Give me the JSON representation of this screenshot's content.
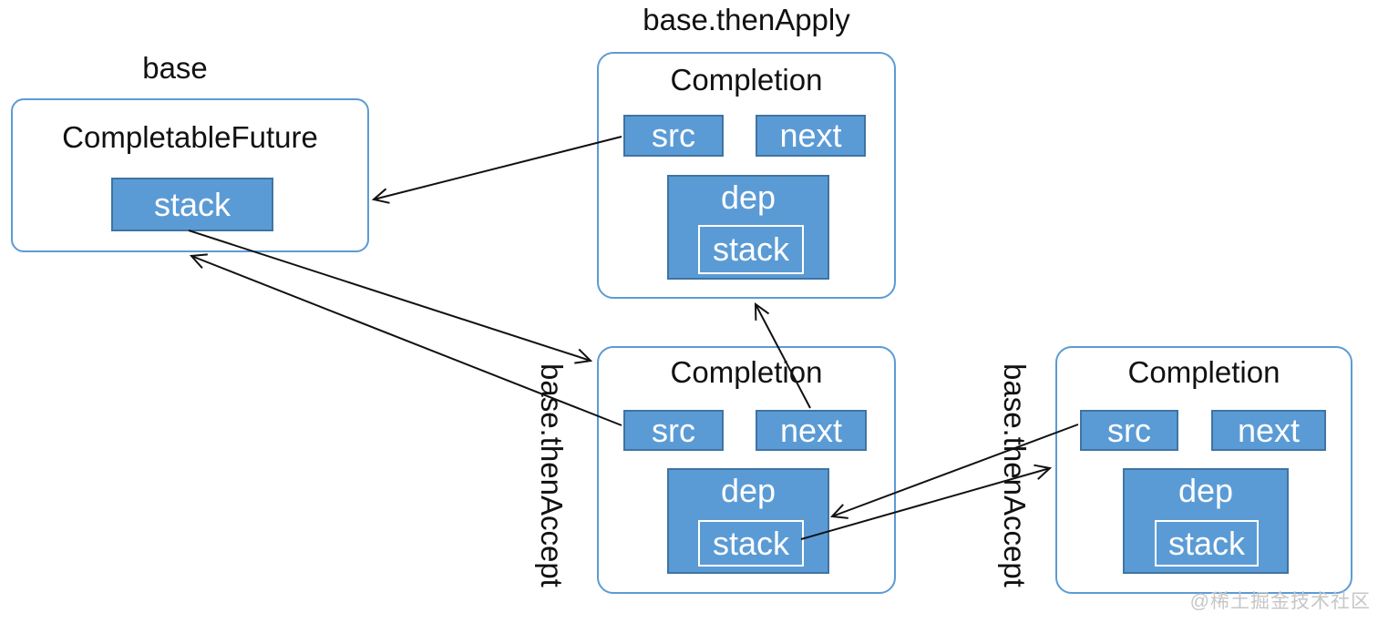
{
  "watermark": "@稀土掘金技术社区",
  "colors": {
    "field_fill": "#5b9bd5",
    "field_border": "#3f74a3",
    "node_outline": "#5b9bd5",
    "arrow": "#111111",
    "title_text": "#111111",
    "field_text": "#ffffff",
    "watermark_text": "#c6c6c6"
  },
  "nodes": {
    "base": {
      "title": "base",
      "class_name": "CompletableFuture",
      "fields": {
        "stack": "stack"
      }
    },
    "then_apply": {
      "title": "base.thenApply",
      "class_name": "Completion",
      "fields": {
        "src": "src",
        "next": "next",
        "dep": "dep",
        "dep_stack": "stack"
      }
    },
    "then_accept_1": {
      "title": "base.thenAccept",
      "class_name": "Completion",
      "fields": {
        "src": "src",
        "next": "next",
        "dep": "dep",
        "dep_stack": "stack"
      }
    },
    "then_accept_2": {
      "title": "base.thenAccept",
      "class_name": "Completion",
      "fields": {
        "src": "src",
        "next": "next",
        "dep": "dep",
        "dep_stack": "stack"
      }
    }
  },
  "edges": [
    {
      "from": "then_apply.src",
      "to": "base"
    },
    {
      "from": "base.stack",
      "to": "then_accept_1"
    },
    {
      "from": "then_accept_1.src",
      "to": "base"
    },
    {
      "from": "then_accept_1.next",
      "to": "then_apply"
    },
    {
      "from": "then_accept_2.src",
      "to": "then_accept_1.dep"
    },
    {
      "from": "then_accept_1.stack",
      "to": "then_accept_2"
    }
  ]
}
